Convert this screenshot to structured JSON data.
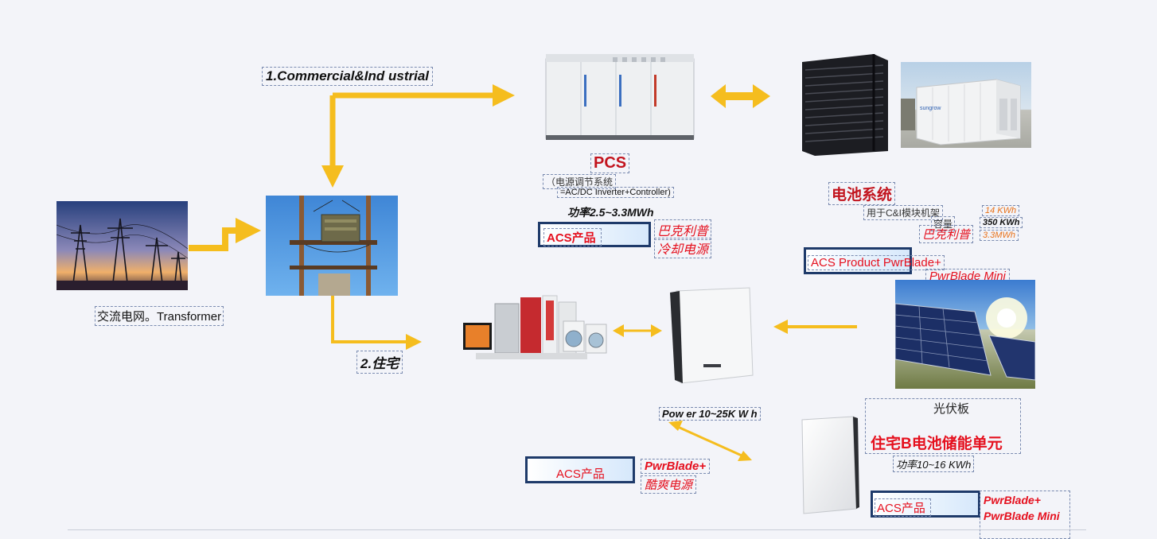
{
  "segments": {
    "commercial": "1.Commercial&Ind ustrial",
    "residential": "2.住宅"
  },
  "grid": {
    "caption": "交流电网。Transformer"
  },
  "pcs": {
    "title": "PCS",
    "subtitle": "（电源调节系统",
    "formula": "=AC/DC Inverter+Controller)",
    "power": "功率2.5~3.3MWh",
    "acs_label": "ACS产品",
    "partner": "巴克利普",
    "product": "冷却电源"
  },
  "battery": {
    "title": "电池系统",
    "rack": "用于C&I模块机架",
    "capacity_label": "容量",
    "partner": "巴克利普",
    "capacities": [
      "14 KWh",
      "350 KWh",
      "3.3MWh"
    ],
    "acs_label": "ACS Product PwrBlade+",
    "product": "PwrBlade Mini"
  },
  "inverter": {
    "power": "Pow er 10~25K W h",
    "acs_label": "ACS产品",
    "product": "PwrBlade+",
    "product_cn": "酷爽电源"
  },
  "solar": {
    "caption": "光伏板"
  },
  "home_battery": {
    "title": "住宅B电池储能单元",
    "power": "功率10~16 KWh",
    "acs_label": "ACS产品",
    "products": [
      "PwrBlade+",
      "PwrBlade Mini"
    ]
  },
  "colors": {
    "arrow": "#f5bd1e",
    "accent_red": "#e5101e",
    "box_border": "#1e3a6a",
    "orange": "#e8721a"
  }
}
